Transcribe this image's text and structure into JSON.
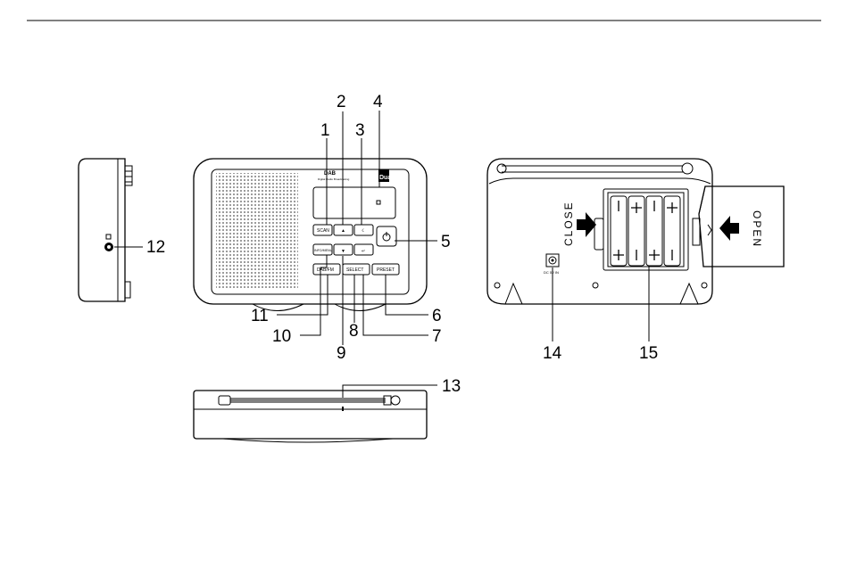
{
  "callouts": {
    "n1": "1",
    "n2": "2",
    "n3": "3",
    "n4": "4",
    "n5": "5",
    "n6": "6",
    "n7": "7",
    "n8": "8",
    "n9": "9",
    "n10": "10",
    "n11": "11",
    "n12": "12",
    "n13": "13",
    "n14": "14",
    "n15": "15"
  },
  "front_panel": {
    "logo": "DAB",
    "logo_sub": "Digital Radio Broadcasting",
    "brand": "Dual",
    "buttons": {
      "scan": "SCAN",
      "up": "▲",
      "alarm": "☇",
      "menu": "INFO/MENU",
      "down": "▼",
      "enter": "↵",
      "band": "DAB/FM",
      "select": "SELECT",
      "preset": "PRESET"
    }
  },
  "rear_panel": {
    "close_label": "CLOSE",
    "open_label": "OPEN",
    "dc_label": "DC 5V IN"
  },
  "colors": {
    "line": "#000000",
    "panel": "#ffffff",
    "speaker_dot": "#555555"
  }
}
